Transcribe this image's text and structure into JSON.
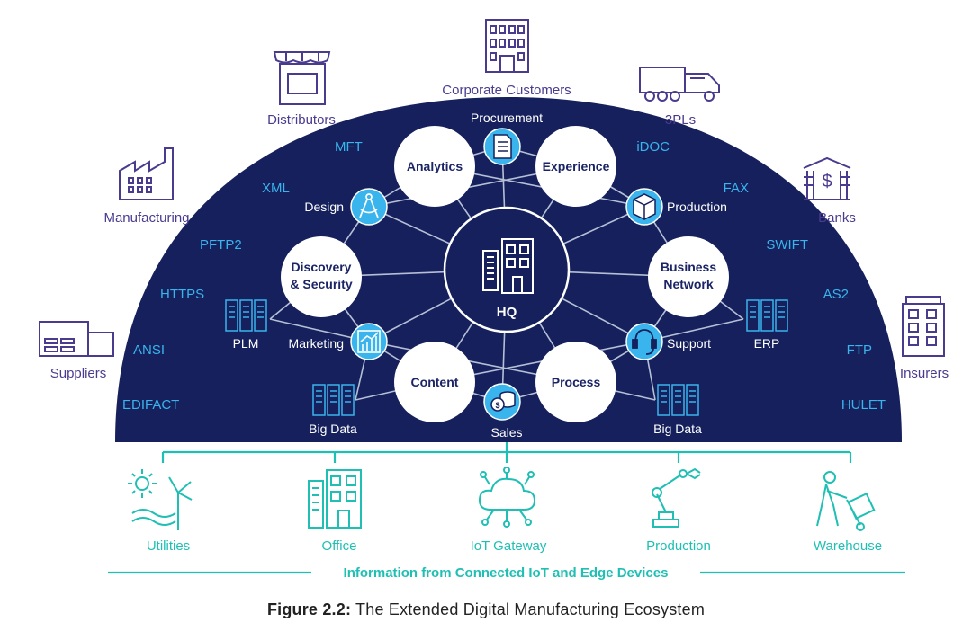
{
  "hub": {
    "label": "HQ"
  },
  "nodes": {
    "analytics": "Analytics",
    "experience": "Experience",
    "discovery": [
      "Discovery",
      "& Security"
    ],
    "business": [
      "Business",
      "Network"
    ],
    "content": "Content",
    "process": "Process"
  },
  "functions": {
    "procurement": "Procurement",
    "design": "Design",
    "production": "Production",
    "marketing": "Marketing",
    "support": "Support",
    "sales": "Sales"
  },
  "systems": {
    "plm": "PLM",
    "erp": "ERP",
    "bigdata_left": "Big Data",
    "bigdata_right": "Big Data"
  },
  "protocols": {
    "left": [
      "MFT",
      "XML",
      "PFTP2",
      "HTTPS",
      "ANSI",
      "EDIFACT"
    ],
    "right": [
      "iDOC",
      "FAX",
      "SWIFT",
      "AS2",
      "FTP",
      "HULET"
    ]
  },
  "partners": {
    "corporate": "Corporate Customers",
    "distributors": "Distributors",
    "threepl": "3PLs",
    "manufacturing": "Manufacturing",
    "banks": "Banks",
    "suppliers": "Suppliers",
    "insurers": "Insurers"
  },
  "devices": [
    "Utilities",
    "Office",
    "IoT Gateway",
    "Production",
    "Warehouse"
  ],
  "iot_band_label": "Information from Connected IoT and Edge Devices",
  "caption": {
    "prefix": "Figure 2.2:",
    "text": " The Extended Digital Manufacturing Ecosystem"
  },
  "colors": {
    "navy": "#15205c",
    "blue": "#3ab4ec",
    "teal": "#1fbfb4",
    "purple": "#4b3b8f"
  }
}
